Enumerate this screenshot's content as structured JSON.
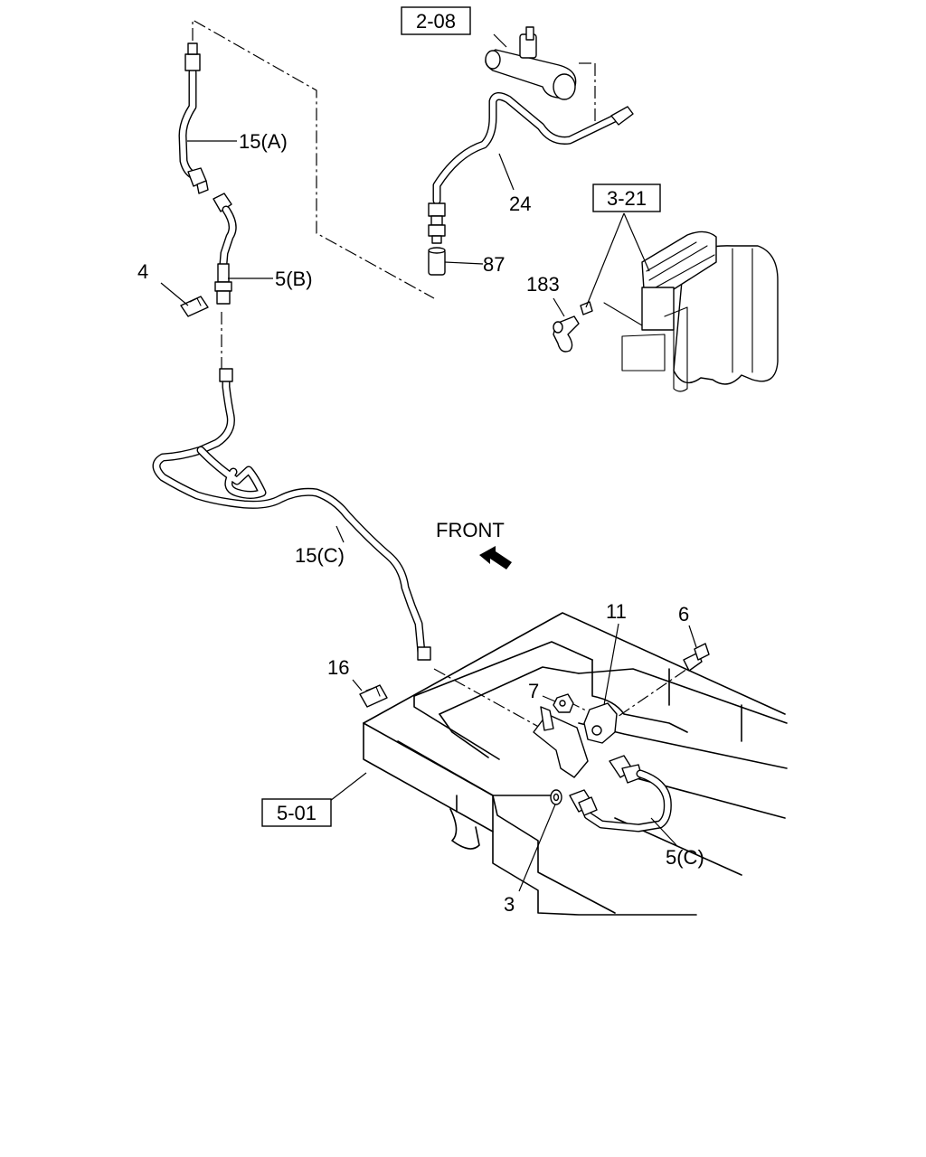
{
  "labels": {
    "ref_2_08": "2-08",
    "ref_3_21": "3-21",
    "ref_5_01": "5-01",
    "pipe_15a": "15(A)",
    "pipe_15c": "15(C)",
    "pipe_24": "24",
    "part_87": "87",
    "hose_5b": "5(B)",
    "hose_5c": "5(C)",
    "clip_4": "4",
    "part_183": "183",
    "bolt_6": "6",
    "nut_7": "7",
    "bracket_11": "11",
    "clip_16": "16",
    "washer_3": "3",
    "front": "FRONT"
  },
  "icons": {
    "front_arrow": "front-arrow-icon"
  }
}
